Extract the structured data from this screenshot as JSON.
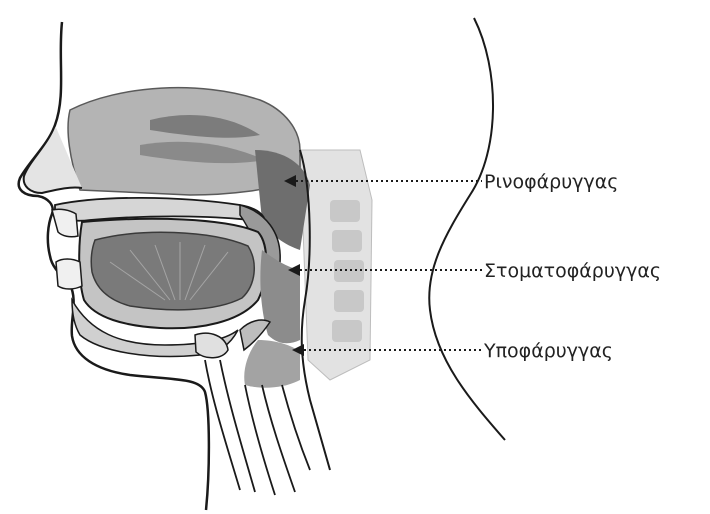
{
  "labels": {
    "nasopharynx": "Ρινοφάρυγγας",
    "oropharynx": "Στοματοφάρυγγας",
    "hypopharynx": "Υποφάρυγγας"
  },
  "colors": {
    "outline": "#1a1a1a",
    "tissue_dark": "#6e6e6e",
    "tissue_mid": "#9a9a9a",
    "tissue_light": "#c9c9c9",
    "background": "#ffffff"
  }
}
